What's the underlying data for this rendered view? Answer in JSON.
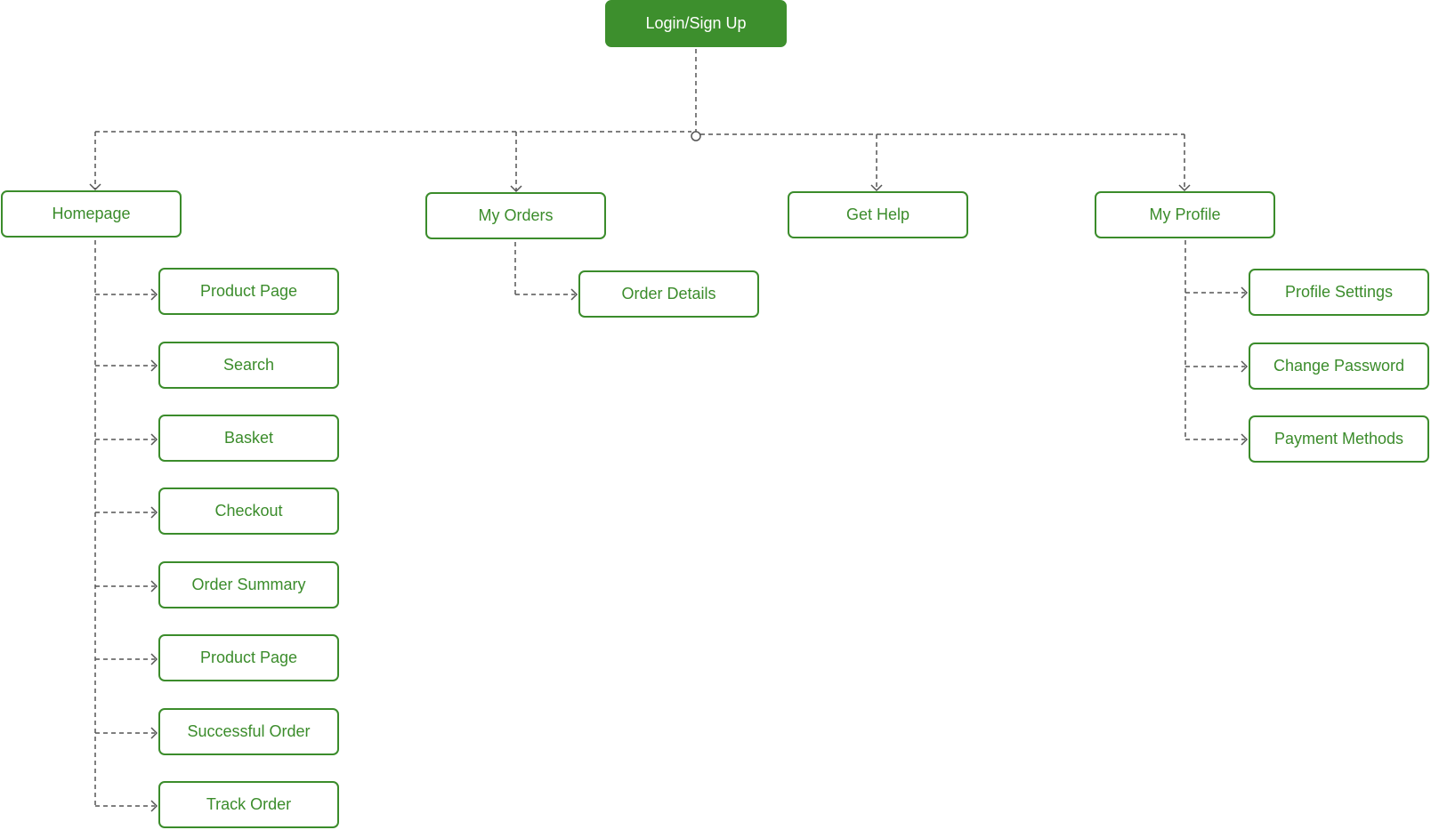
{
  "colors": {
    "accent": "#3d8f2d",
    "text": "#3b8c2b",
    "connector": "#555555",
    "background": "#ffffff"
  },
  "root": {
    "label": "Login/Sign Up"
  },
  "branches": [
    {
      "label": "Homepage",
      "children": [
        "Product Page",
        "Search",
        "Basket",
        "Checkout",
        "Order Summary",
        "Product Page",
        "Successful Order",
        "Track Order"
      ]
    },
    {
      "label": "My Orders",
      "children": [
        "Order Details"
      ]
    },
    {
      "label": "Get Help",
      "children": []
    },
    {
      "label": "My Profile",
      "children": [
        "Profile Settings",
        "Change Password",
        "Payment Methods"
      ]
    }
  ]
}
